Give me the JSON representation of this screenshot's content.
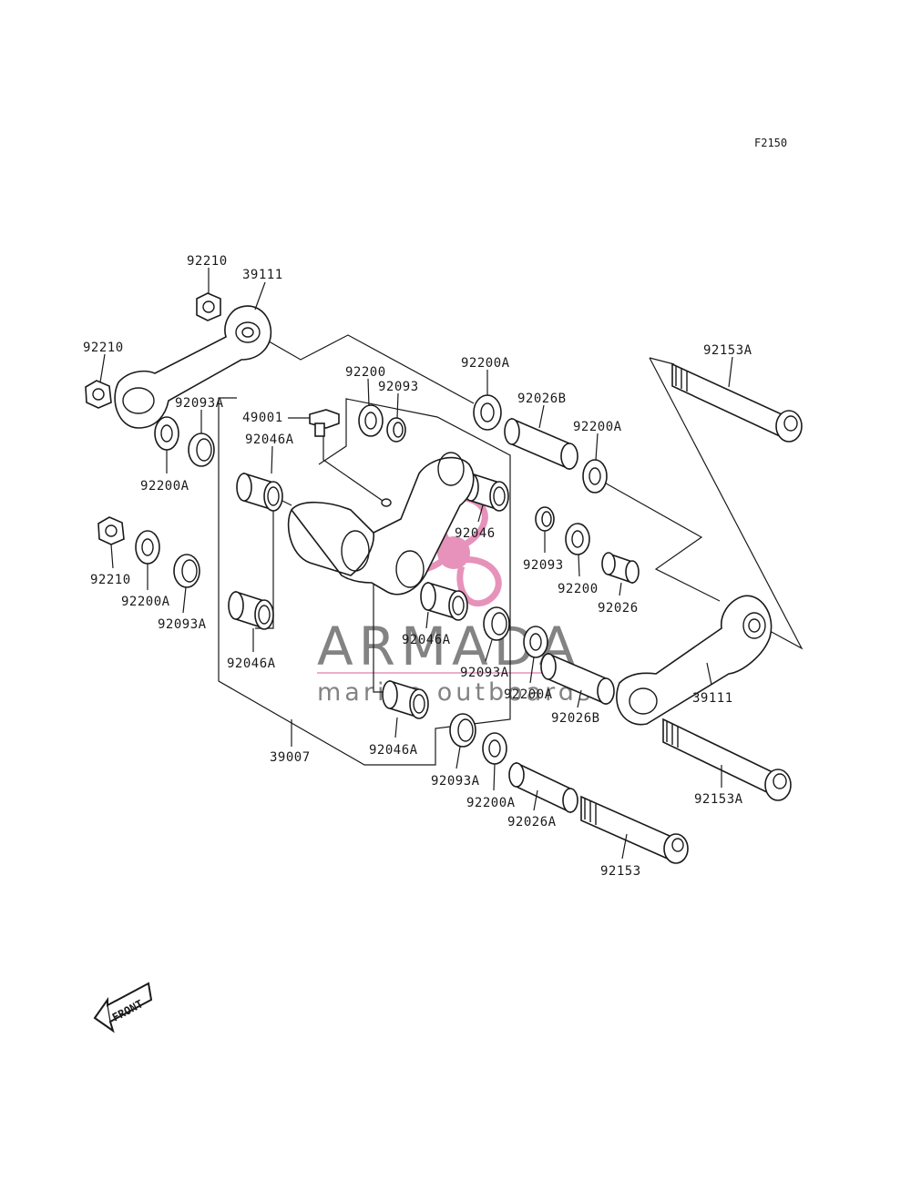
{
  "figure_code": "F2150",
  "front_label": "FRONT",
  "watermark": {
    "brand": "ARMADA",
    "tagline": "marine outboards",
    "brand_color": "#6e6e6e",
    "logo_color": "#e27fae"
  },
  "callouts": {
    "c_92210_top": "92210",
    "c_39111_top": "39111",
    "c_92210_left": "92210",
    "c_92200A_top": "92200A",
    "c_92153A_top": "92153A",
    "c_92200_top": "92200",
    "c_92093_top": "92093",
    "c_92093A_left": "92093A",
    "c_92026B_top": "92026B",
    "c_49001": "49001",
    "c_92046A_upper": "92046A",
    "c_92200A_left": "92200A",
    "c_92200A_right": "92200A",
    "c_92046": "92046",
    "c_92093_mid": "92093",
    "c_92200_mid": "92200",
    "c_92026": "92026",
    "c_92210_mid": "92210",
    "c_92200A_mid": "92200A",
    "c_92093A_mid": "92093A",
    "c_92046A_left": "92046A",
    "c_92046A_center": "92046A",
    "c_92093A_center": "92093A",
    "c_92200A_center": "92200A",
    "c_92026B_center": "92026B",
    "c_39111_right": "39111",
    "c_39007": "39007",
    "c_92046A_lower": "92046A",
    "c_92093A_lower": "92093A",
    "c_92200A_lower": "92200A",
    "c_92026A": "92026A",
    "c_92153A_right": "92153A",
    "c_92153": "92153"
  }
}
